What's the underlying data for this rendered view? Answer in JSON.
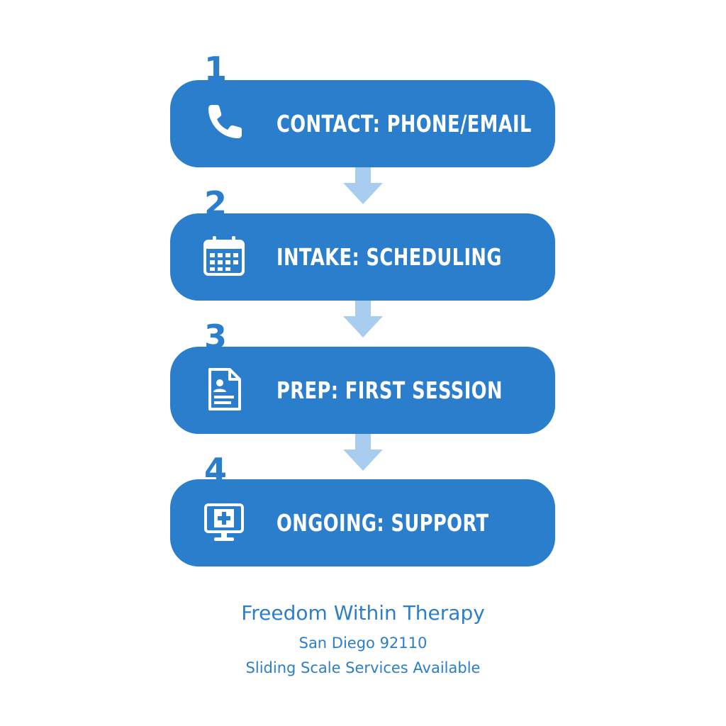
{
  "colors": {
    "accent": "#2b7ecb",
    "arrow": "#a9cdef",
    "background": "#ffffff",
    "label_text": "#ffffff"
  },
  "steps": [
    {
      "number": "1",
      "label": "CONTACT: PHONE/EMAIL",
      "icon": "phone-icon"
    },
    {
      "number": "2",
      "label": "INTAKE: SCHEDULING",
      "icon": "calendar-icon"
    },
    {
      "number": "3",
      "label": "PREP: FIRST SESSION",
      "icon": "document-profile-icon"
    },
    {
      "number": "4",
      "label": "ONGOING: SUPPORT",
      "icon": "monitor-medical-icon"
    }
  ],
  "footer": {
    "title": "Freedom Within Therapy",
    "location": "San Diego 92110",
    "note": "Sliding Scale Services Available"
  }
}
